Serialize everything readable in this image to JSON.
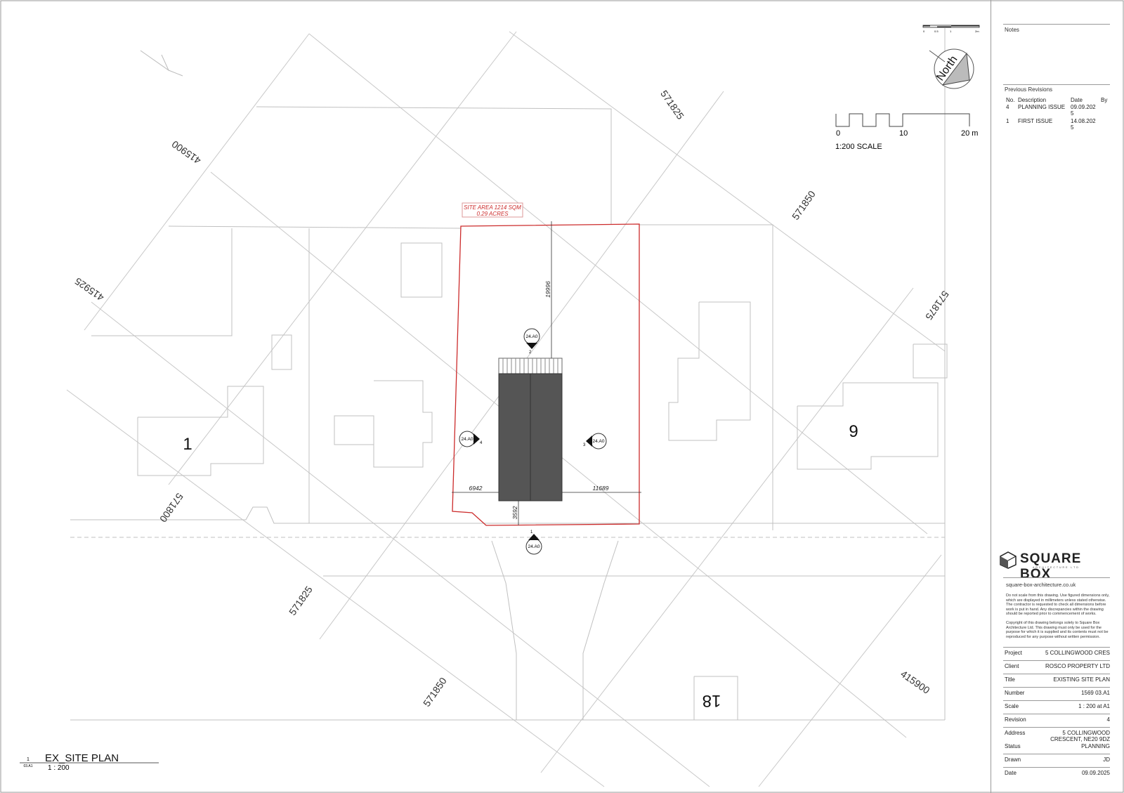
{
  "drawing": {
    "site_area_line1": "SITE AREA 1214 SQM",
    "site_area_line2": "0.29 ACRES",
    "plot_numbers": [
      "1",
      "9",
      "18"
    ],
    "coordinates": [
      "415900",
      "571825",
      "571850",
      "415925",
      "571875",
      "571800",
      "571825",
      "571850",
      "415900"
    ],
    "dimensions": {
      "top": "19996",
      "left": "6942",
      "right": "11689",
      "front": "3592"
    },
    "section_markers": [
      {
        "ref": "24.A0",
        "num": "2"
      },
      {
        "ref": "24.A0",
        "num": "4"
      },
      {
        "ref": "24.A0",
        "num": "3"
      },
      {
        "ref": "24.A0",
        "num": "1"
      }
    ],
    "boundary_color": "#cc2b2b",
    "building_color": "#555555"
  },
  "scale_bar_small": {
    "labels": [
      "0",
      "0.5",
      "1",
      "2m"
    ]
  },
  "north_arrow": {
    "label": "North"
  },
  "scale_bar": {
    "labels": [
      "0",
      "10",
      "20 m"
    ],
    "caption": "1:200 SCALE"
  },
  "view_title": {
    "number": "1",
    "sheet": "03.A1",
    "title": "EX_SITE PLAN",
    "scale": "1 : 200"
  },
  "panel": {
    "notes_label": "Notes",
    "revisions_label": "Previous Revisions",
    "revisions_headers": [
      "No.",
      "Description",
      "Date",
      "By"
    ],
    "revisions": [
      {
        "no": "4",
        "description": "PLANNING ISSUE",
        "date": "09.09.2025",
        "by": ""
      },
      {
        "no": "1",
        "description": "FIRST ISSUE",
        "date": "14.08.2025",
        "by": ""
      }
    ],
    "logo_name": "SQUARE BOX",
    "logo_sub": "ARCHITECTURE LTD",
    "website": "square-box-architecture.co.uk",
    "disclaimer": "Do not scale from this drawing. Use figured dimensions only, which are displayed in millimeters unless stated otherwise. The contractor is requested to check all dimensions before work is put in hand. Any discrepancies within the drawing should be reported prior to commencement of works.",
    "copyright": "Copyright of this drawing belongs solely to Square Box Architecture Ltd. This drawing must only be used for the purpose for which it is supplied and its contents must not be reproduced for any purpose without written permission.",
    "fields": [
      {
        "label": "Project",
        "value": "5 COLLINGWOOD CRES"
      },
      {
        "label": "Client",
        "value": "ROSCO PROPERTY LTD"
      },
      {
        "label": "Title",
        "value": "EXISTING SITE PLAN"
      },
      {
        "label": "Number",
        "value": "1569 03.A1"
      },
      {
        "label": "Scale",
        "value": "1 : 200 at A1"
      },
      {
        "label": "Revision",
        "value": "4"
      },
      {
        "label": "Address",
        "value": "5 COLLINGWOOD CRESCENT, NE20 9DZ"
      },
      {
        "label": "Status",
        "value": "PLANNING"
      },
      {
        "label": "Drawn",
        "value": "JD"
      },
      {
        "label": "Date",
        "value": "09.09.2025"
      }
    ]
  }
}
